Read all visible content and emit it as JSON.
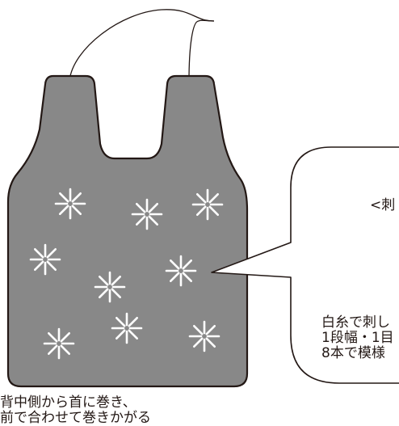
{
  "callout_top": {
    "line1": "背中側から首に巻き、",
    "line2": "前で合わせて巻きかがる"
  },
  "callout_box": {
    "header": "<刺",
    "line1": "白糸で刺し",
    "line2": "1段幅・1目",
    "line3": "8本で模様"
  },
  "colors": {
    "bag_fill": "#888888",
    "bag_stroke": "#231815",
    "motif": "#ffffff",
    "ink": "#231815"
  },
  "motif_icon": "asterisk-star-icon"
}
